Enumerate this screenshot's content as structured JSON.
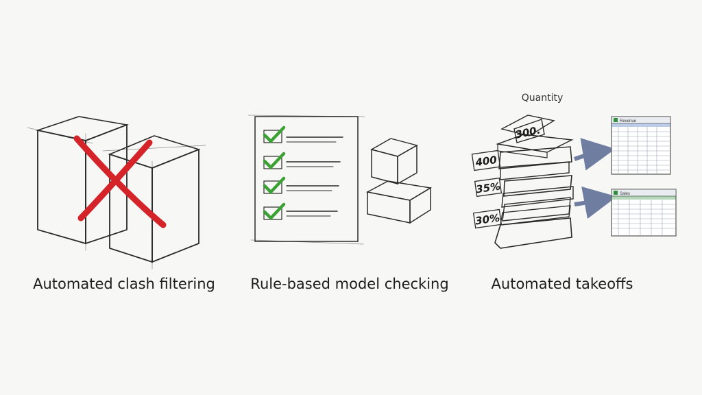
{
  "panels": {
    "clash": {
      "caption": "Automated clash filtering"
    },
    "rule": {
      "caption": "Rule-based model checking"
    },
    "takeoff": {
      "caption": "Automated takeoffs",
      "quantity_label": "Quantity",
      "top_tag": "300.",
      "side_tags": [
        "400",
        "35%",
        "30%"
      ],
      "sheet_titles": [
        "Revenue",
        "Sales"
      ]
    }
  },
  "colors": {
    "cross": "#d4242a",
    "check": "#3aa132",
    "tag_orange": "#f0a057",
    "tag_green": "#8fd46a",
    "layer_green": "#b4dd8c",
    "layer_orange": "#f2b577",
    "arrow": "#6f7ea0",
    "sheet_green": "#2f8f3a",
    "sheet_blue": "#3b6fb6"
  }
}
